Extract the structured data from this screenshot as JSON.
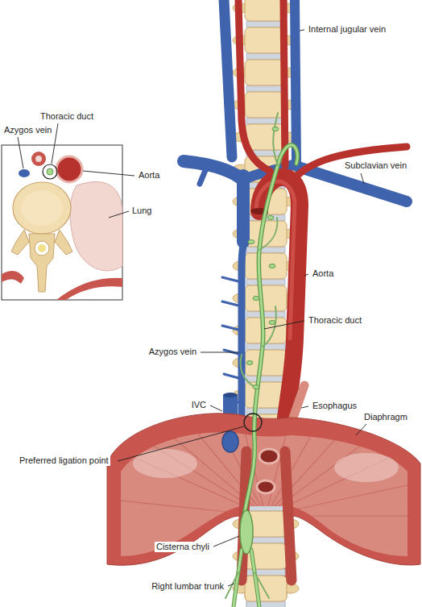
{
  "diagram": {
    "labels": [
      "Azygos vein",
      "Thoracic duct",
      "Aorta",
      "Lung",
      "Internal jugular vein",
      "Subclavian vein",
      "Aorta",
      "Thoracic duct",
      "Azygos vein",
      "IVC",
      "Esophagus",
      "Preferred ligation point",
      "Diaphragm",
      "Cisterna chyli",
      "Right lumbar trunk"
    ]
  }
}
